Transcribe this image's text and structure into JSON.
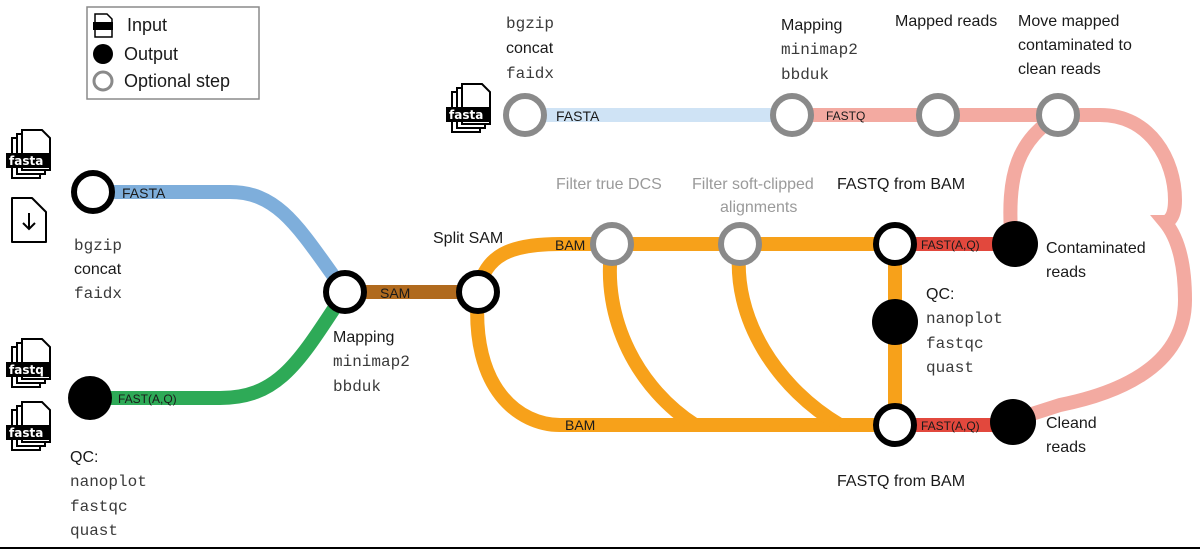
{
  "legend": {
    "input": "Input",
    "output": "Output",
    "optional": "Optional step"
  },
  "file_icons": {
    "fasta": "fasta",
    "fastq": "fastq"
  },
  "edges": {
    "fasta_top": "FASTA",
    "fasta_left": "FASTA",
    "fastq_top": "FASTQ",
    "fast_aq_left": "FAST(A,Q)",
    "sam": "SAM",
    "bam_top": "BAM",
    "bam_bottom": "BAM",
    "fast_aq_contam": "FAST(A,Q)",
    "fast_aq_clean": "FAST(A,Q)"
  },
  "labels": {
    "top_prep": [
      "bgzip",
      "concat",
      "faidx"
    ],
    "mapping_top_title": "Mapping",
    "mapping_top_tools": [
      "minimap2",
      "bbduk"
    ],
    "mapped_reads": "Mapped reads",
    "move_mapped": [
      "Move mapped",
      "contaminated to",
      "clean reads"
    ],
    "left_prep": [
      "bgzip",
      "concat",
      "faidx"
    ],
    "split_sam": "Split SAM",
    "filter_dcs": "Filter true DCS",
    "filter_soft": [
      "Filter soft-clipped",
      "alignments"
    ],
    "fastq_from_bam_top": "FASTQ from BAM",
    "fastq_from_bam_bottom": "FASTQ from BAM",
    "contaminated": [
      "Contaminated",
      "reads"
    ],
    "clean": [
      "Cleand",
      "reads"
    ],
    "qc_mid_title": "QC:",
    "qc_mid_tools": [
      "nanoplot",
      "fastqc",
      "quast"
    ],
    "mapping_mid_title": "Mapping",
    "mapping_mid_tools": [
      "minimap2",
      "bbduk"
    ],
    "qc_left_title": "QC:",
    "qc_left_tools": [
      "nanoplot",
      "fastqc",
      "quast"
    ]
  },
  "colors": {
    "fasta_blue": "#7eaedb",
    "fasta_light": "#cfe3f5",
    "fastq_green": "#2eaa57",
    "sam_brown": "#b06a1e",
    "bam_orange": "#f7a11a",
    "fastaq_red": "#e2483d",
    "pink": "#f3aaa1",
    "node_black": "#000000",
    "node_grey": "#8a8a8a"
  }
}
